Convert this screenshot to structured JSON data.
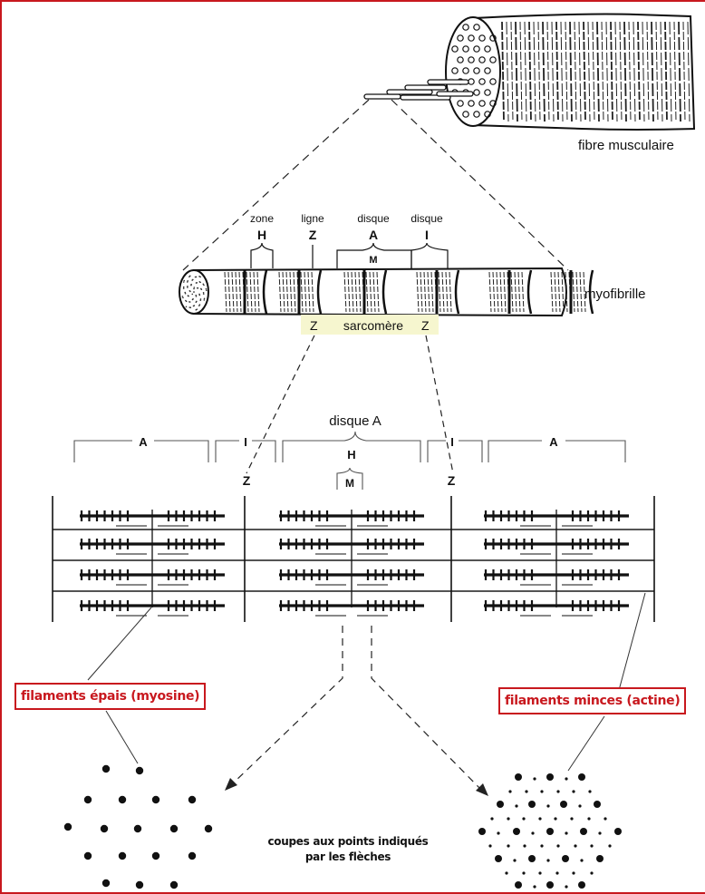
{
  "diagram": {
    "fiber_label": "fibre musculaire",
    "myofibril_label": "myofibrille",
    "top_labels": {
      "zone_word": "zone",
      "zone_letter": "H",
      "ligne_word": "ligne",
      "ligne_letter": "Z",
      "disqueA_word": "disque",
      "disqueA_letter": "A",
      "disqueA_sub": "M",
      "disqueI_word": "disque",
      "disqueI_letter": "I"
    },
    "sarcomere_label": "sarcomère",
    "z_letter": "Z",
    "disque_a_title": "disque A",
    "band_letters": {
      "a": "A",
      "i": "I",
      "h": "H",
      "m": "M"
    },
    "thick_filaments_label": "filaments épais (myosine)",
    "thin_filaments_label": "filaments minces (actine)",
    "section_note_line1": "coupes aux points indiqués",
    "section_note_line2": "par les flèches",
    "colors": {
      "accent": "#c8181e",
      "ink": "#111111",
      "highlight": "#f6f6cf"
    }
  }
}
